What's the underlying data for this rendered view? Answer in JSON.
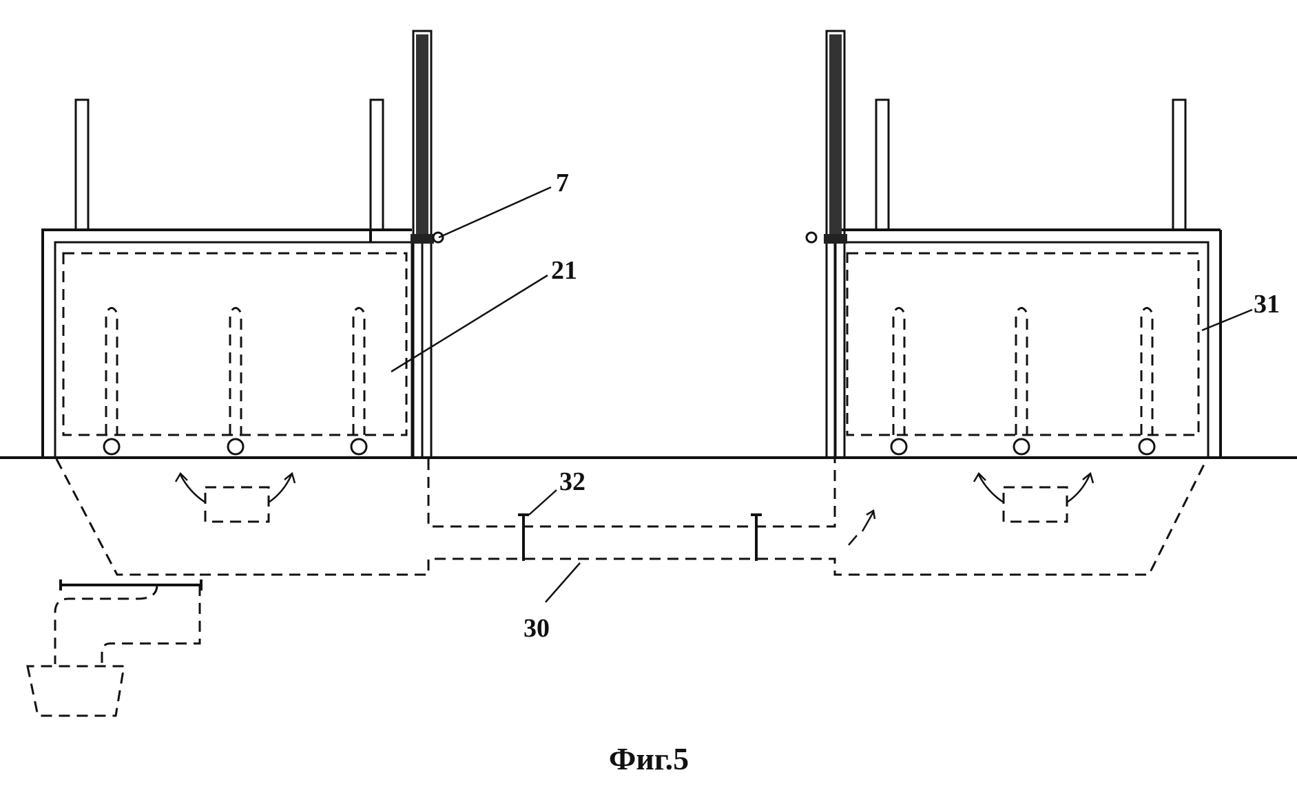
{
  "labels": {
    "l7": "7",
    "l21": "21",
    "l31": "31",
    "l32": "32",
    "l30": "30"
  },
  "caption": "Фиг.5",
  "colors": {
    "ink": "#111111",
    "background": "#ffffff"
  }
}
